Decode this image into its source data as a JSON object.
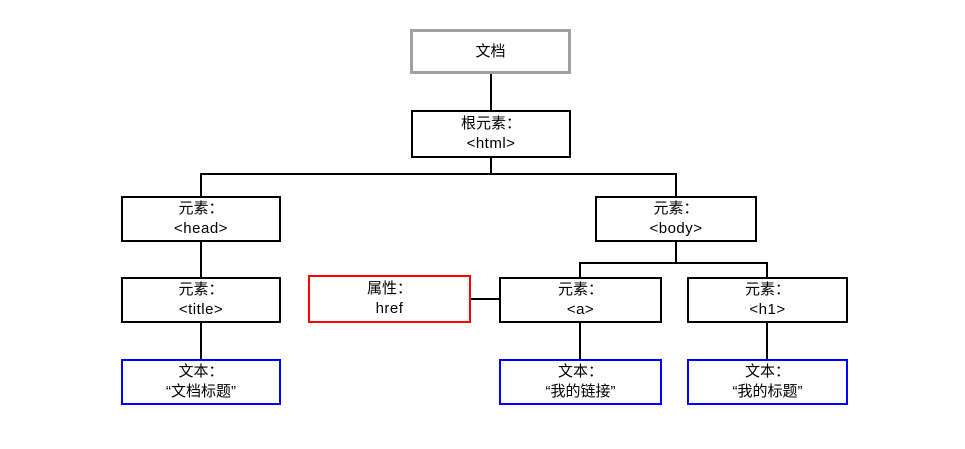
{
  "nodes": {
    "document": {
      "line1": "文档"
    },
    "html": {
      "line1": "根元素：",
      "line2": "<html>"
    },
    "head": {
      "line1": "元素：",
      "line2": "<head>"
    },
    "body": {
      "line1": "元素：",
      "line2": "<body>"
    },
    "title": {
      "line1": "元素：",
      "line2": "<title>"
    },
    "attr_href": {
      "line1": "属性：",
      "line2": "href"
    },
    "a": {
      "line1": "元素：",
      "line2": "<a>"
    },
    "h1": {
      "line1": "元素：",
      "line2": "<h1>"
    },
    "text_title": {
      "line1": "文本：",
      "line2": "“文档标题”"
    },
    "text_link": {
      "line1": "文本：",
      "line2": "“我的链接”"
    },
    "text_heading": {
      "line1": "文本：",
      "line2": "“我的标题”"
    }
  },
  "colors": {
    "background": "#ffffff",
    "document_border": "#a0a0a0",
    "element_border": "#000000",
    "attribute_border": "#ff0000",
    "text_border": "#0000ff",
    "connector": "#000000"
  }
}
